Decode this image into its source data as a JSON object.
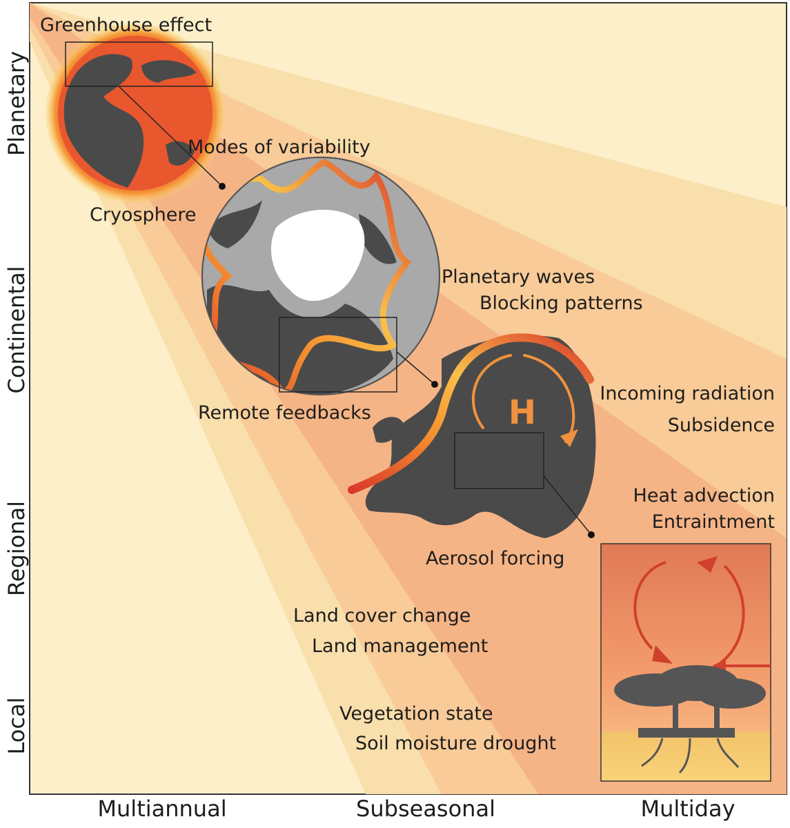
{
  "axes": {
    "y_labels": [
      "Planetary",
      "Continental",
      "Regional",
      "Local"
    ],
    "x_labels": [
      "Multiannual",
      "Subseasonal",
      "Multiday"
    ]
  },
  "labels": {
    "greenhouse": "Greenhouse effect",
    "modes": "Modes of variability",
    "cryosphere": "Cryosphere",
    "planetary_waves": "Planetary waves",
    "blocking": "Blocking patterns",
    "remote_feedbacks": "Remote feedbacks",
    "incoming_radiation": "Incoming radiation",
    "subsidence": "Subsidence",
    "heat_advection": "Heat advection",
    "entrainment": "Entraintment",
    "aerosol": "Aerosol forcing",
    "land_cover": "Land cover change",
    "land_management": "Land management",
    "vegetation": "Vegetation state",
    "soil_moisture": "Soil moisture drought",
    "high_pressure": "H"
  },
  "colors": {
    "background": "#fcefc9",
    "outer_band": "#f9dfac",
    "middle_band": "#f8cb98",
    "inner_band": "#f5b486",
    "landmass": "#4a4a4a",
    "ocean_grey": "#a9a9a9",
    "ice": "#ffffff",
    "jet_red": "#d93a2b",
    "jet_orange": "#f6902f",
    "jet_yellow": "#f9c04a",
    "high_pressure": "#f0923d",
    "inset_top": "#e27e55",
    "inset_bottom": "#f8c873"
  }
}
